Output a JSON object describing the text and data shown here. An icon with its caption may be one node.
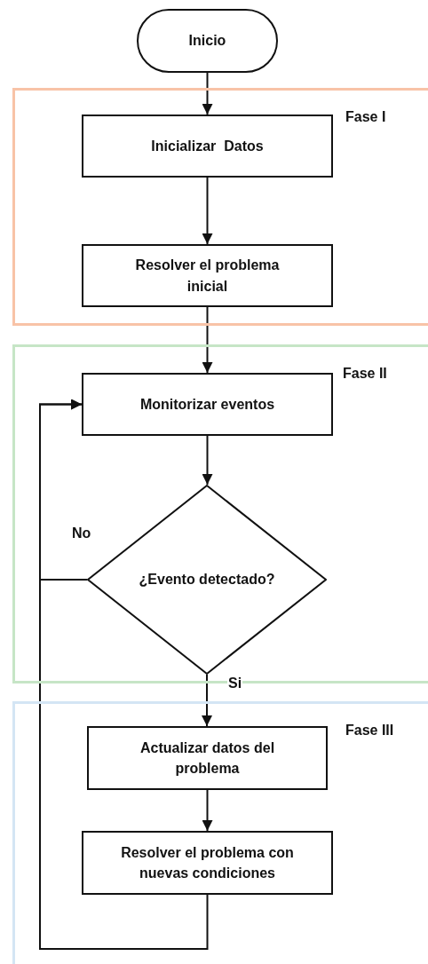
{
  "diagram": {
    "nodes": [
      {
        "text": [
          "Inicio"
        ]
      },
      {
        "text": [
          "Fase I"
        ]
      },
      {
        "text": [
          "Inicializar  Datos"
        ],
        "in": 1
      },
      {
        "text": [
          "Resolver el problema inicial"
        ],
        "in": 1
      },
      {
        "text": [
          "Fase II"
        ]
      },
      {
        "text": [
          "Monitorizar eventos"
        ],
        "in": 4
      },
      {
        "text": [
          "¿Evento detectado?"
        ],
        "in": 4
      },
      {
        "text": [
          "Fase III"
        ]
      },
      {
        "text": [
          "Actualizar datos del problema"
        ],
        "in": 7
      },
      {
        "text": [
          "Resolver el problema con nuevas condiciones"
        ],
        "in": 7
      }
    ],
    "edges": [
      {
        "from": 0,
        "to": 2,
        "arrow": "to"
      },
      {
        "from": 2,
        "to": 3,
        "arrow": "to"
      },
      {
        "from": 3,
        "to": 5,
        "arrow": "to"
      },
      {
        "from": 5,
        "to": 6,
        "arrow": "to"
      },
      {
        "from": 6,
        "to": 5,
        "arrow": "to",
        "label": "No"
      },
      {
        "from": 6,
        "to": 8,
        "arrow": "to",
        "label": "Si"
      },
      {
        "from": 8,
        "to": 9,
        "arrow": "to"
      },
      {
        "from": 9,
        "to": 5,
        "arrow": "to"
      }
    ]
  }
}
